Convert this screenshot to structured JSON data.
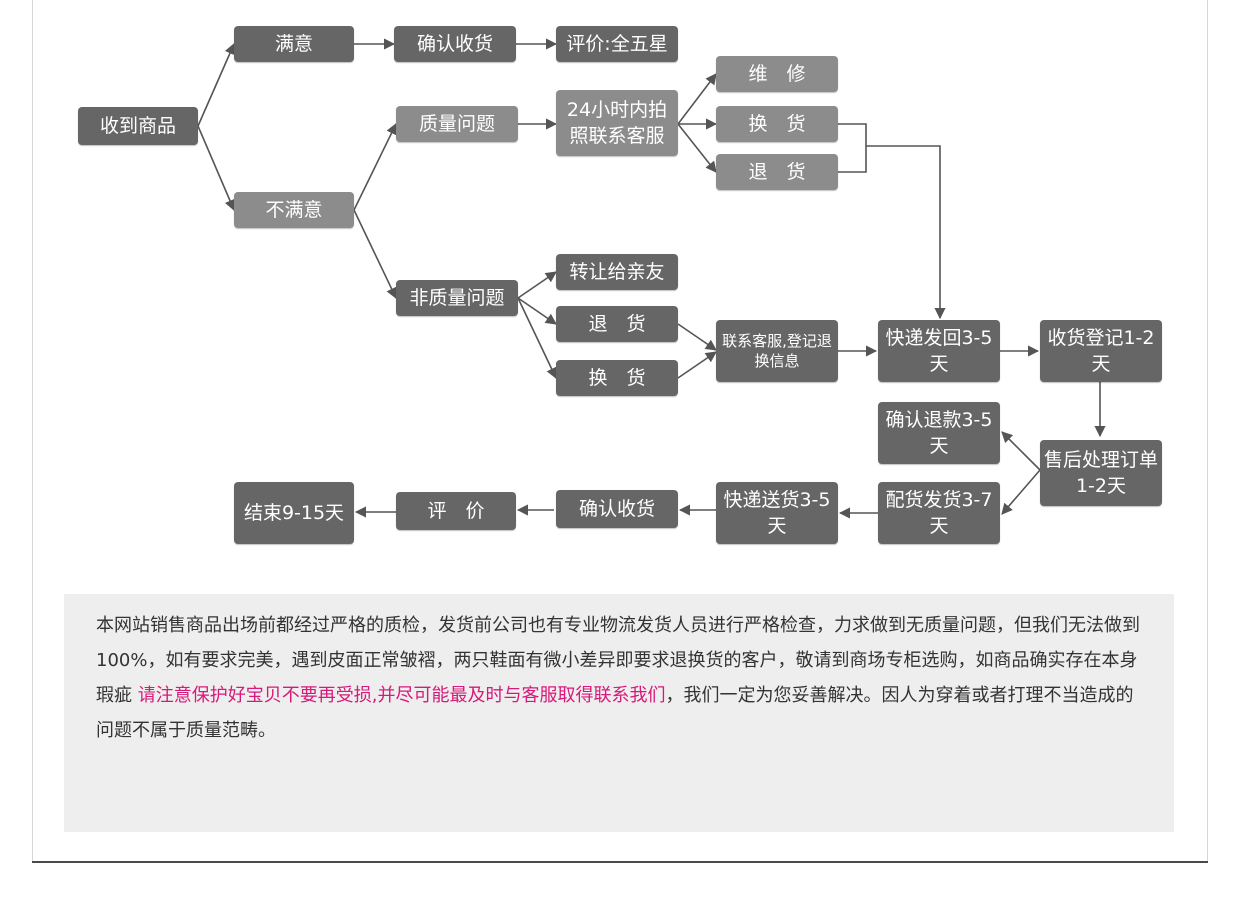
{
  "flow": {
    "received": "收到商品",
    "satisfied": "满意",
    "unsatisfied": "不满意",
    "confirm_receipt_top": "确认收货",
    "rate_five_star": "评价:全五星",
    "quality_issue": "质量问题",
    "contact_in_24h": "24小时内拍照联系客服",
    "repair": "维　修",
    "exchange_quality": "换　货",
    "return_quality": "退　货",
    "non_quality_issue": "非质量问题",
    "transfer_friend": "转让给亲友",
    "return_non_quality": "退　货",
    "exchange_non_quality": "换　货",
    "contact_register": "联系客服,登记退换信息",
    "express_back": "快递发回3-5天",
    "receive_register": "收货登记1-2天",
    "after_sales": "售后处理订单1-2天",
    "confirm_refund": "确认退款3-5天",
    "ship_goods": "配货发货3-7天",
    "express_deliver": "快递送货3-5天",
    "confirm_receipt_bottom": "确认收货",
    "review": "评　价",
    "end": "结束9-15天"
  },
  "note": {
    "text_before": "本网站销售商品出场前都经过严格的质检，发货前公司也有专业物流发货人员进行严格检查，力求做到无质量问题，但我们无法做到100%，如有要求完美，遇到皮面正常皱褶，两只鞋面有微小差异即要求退换货的客户，敬请到商场专柜选购，如商品确实存在本身瑕疵 ",
    "highlight": "请注意保护好宝贝不要再受损,并尽可能最及时与客服取得联系我们",
    "text_after": "，我们一定为您妥善解决。因人为穿着或者打理不当造成的问题不属于质量范畴。"
  },
  "colors": {
    "node_dark": "#666666",
    "node_light": "#8c8c8c",
    "line": "#555555",
    "highlight": "#d6197a",
    "panel": "#eeeeee"
  }
}
